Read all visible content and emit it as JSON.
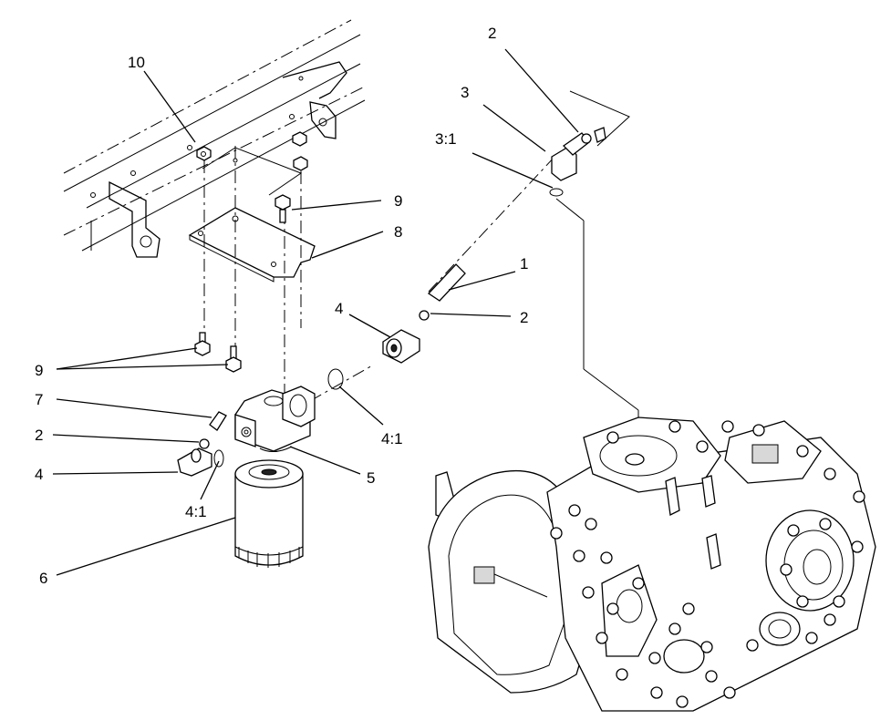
{
  "callouts": [
    {
      "id": "c-10",
      "text": "10"
    },
    {
      "id": "c-9a",
      "text": "9"
    },
    {
      "id": "c-8",
      "text": "8"
    },
    {
      "id": "c-9b",
      "text": "9"
    },
    {
      "id": "c-7",
      "text": "7"
    },
    {
      "id": "c-2a",
      "text": "2"
    },
    {
      "id": "c-4a",
      "text": "4"
    },
    {
      "id": "c-41a",
      "text": "4:1"
    },
    {
      "id": "c-6",
      "text": "6"
    },
    {
      "id": "c-5",
      "text": "5"
    },
    {
      "id": "c-41b",
      "text": "4:1"
    },
    {
      "id": "c-4b",
      "text": "4"
    },
    {
      "id": "c-2b",
      "text": "2"
    },
    {
      "id": "c-1",
      "text": "1"
    },
    {
      "id": "c-31",
      "text": "3:1"
    },
    {
      "id": "c-3",
      "text": "3"
    },
    {
      "id": "c-2c",
      "text": "2"
    }
  ]
}
